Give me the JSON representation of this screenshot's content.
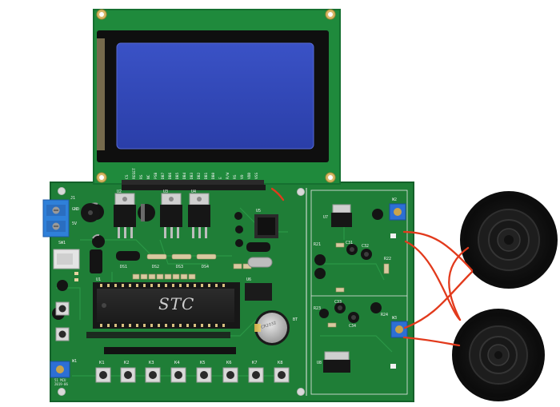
{
  "photo": {
    "subject": "microcontroller development board with graphic LCD and two speakers",
    "colors": {
      "pcb": "#1f7e37",
      "pcb_dark": "#176b2c",
      "lcd_frame": "#0f0f0f",
      "lcd_screen": "#2f45b8",
      "wire": "#e23a1c",
      "speaker": "#1a1a1a"
    }
  },
  "board": {
    "chip_logo": "STC",
    "lcd_pin_labels": [
      "CS",
      "RESET",
      "RS",
      "NC",
      "PSB",
      "DB7",
      "DB6",
      "DB5",
      "DB4",
      "DB3",
      "DB2",
      "DB1",
      "DB0",
      "E",
      "R/W",
      "RS",
      "V0",
      "VDD",
      "VSS"
    ],
    "header_silk": [
      "DS1",
      "DS2",
      "DS3",
      "DS4"
    ],
    "left_labels": [
      "J1",
      "GND",
      "5V",
      "SW1"
    ],
    "ic_labels": [
      "U1",
      "U2",
      "U3",
      "U4",
      "U5",
      "U6",
      "U7",
      "U8"
    ],
    "battery_label": "BT",
    "battery_text": "CR2032",
    "button_labels": [
      "K1",
      "K2",
      "K3",
      "K4",
      "K5",
      "K6",
      "K7",
      "K8"
    ],
    "pot_labels": [
      "W1",
      "W2",
      "W3"
    ],
    "corner_note": "51 MCU\n2019-06",
    "audio_labels": [
      "C31",
      "C32",
      "C33",
      "C34",
      "R21",
      "R22",
      "R23",
      "R24"
    ]
  }
}
